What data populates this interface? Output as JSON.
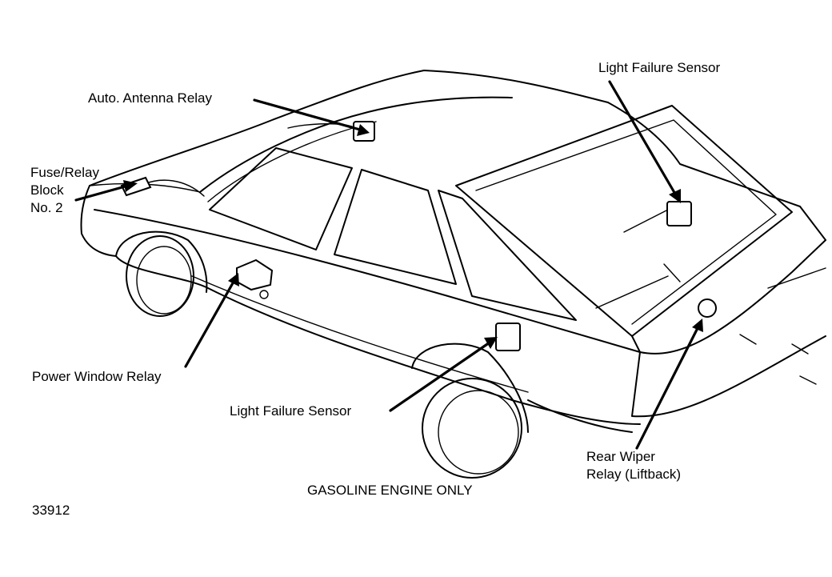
{
  "labels": {
    "light_failure_sensor_top": "Light Failure Sensor",
    "auto_antenna_relay": "Auto. Antenna Relay",
    "fuse_relay_block_line1": "Fuse/Relay",
    "fuse_relay_block_line2": "Block",
    "fuse_relay_block_line3": "No. 2",
    "power_window_relay": "Power Window Relay",
    "light_failure_sensor_bottom": "Light Failure Sensor",
    "rear_wiper_relay_line1": "Rear Wiper",
    "rear_wiper_relay_line2": "Relay (Liftback)",
    "caption": "GASOLINE ENGINE ONLY",
    "figure_number": "33912"
  }
}
